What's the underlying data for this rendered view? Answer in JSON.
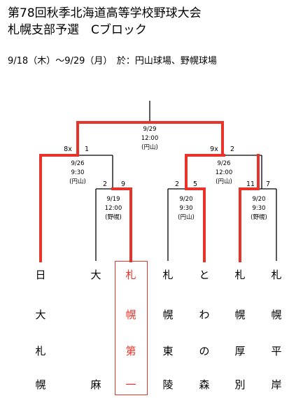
{
  "header": {
    "title_line1": "第78回秋季北海道高等学校野球大会",
    "title_line2": "札幌支部予選　Cブロック",
    "schedule": "9/18（木）～9/29（月）　於：円山球場、野幌球場"
  },
  "colors": {
    "winner": "#e8332a",
    "normal": "#000000"
  },
  "teams": [
    {
      "chars": [
        "日",
        "大",
        "札",
        "幌"
      ],
      "winner": false
    },
    {
      "chars": [
        "大",
        "",
        "",
        "麻"
      ],
      "winner": false
    },
    {
      "chars": [
        "札",
        "幌",
        "第",
        "一"
      ],
      "winner": true
    },
    {
      "chars": [
        "札",
        "幌",
        "東",
        "陵"
      ],
      "winner": false
    },
    {
      "chars": [
        "と",
        "わ",
        "の",
        "森"
      ],
      "winner": false
    },
    {
      "chars": [
        "札",
        "幌",
        "厚",
        "別"
      ],
      "winner": false
    },
    {
      "chars": [
        "札",
        "幌",
        "平",
        "岸"
      ],
      "winner": false
    }
  ],
  "matches": {
    "m1": {
      "date": "9/19",
      "time": "12:00",
      "venue": "(野幌)",
      "score_left": "2",
      "score_right": "9"
    },
    "m2": {
      "date": "9/20",
      "time": "9:30",
      "venue": "(円山)",
      "score_left": "2",
      "score_right": "5"
    },
    "m3": {
      "date": "9/20",
      "time": "9:30",
      "venue": "(野幌)",
      "score_left": "11",
      "score_right": "7"
    },
    "sf1": {
      "date": "9/26",
      "time": "9:30",
      "venue": "(円山)",
      "score_left": "8x",
      "score_right": "1"
    },
    "sf2": {
      "date": "9/26",
      "time": "12:00",
      "venue": "(円山)",
      "score_left": "9x",
      "score_right": "2"
    },
    "final": {
      "date": "9/29",
      "time": "12:00",
      "venue": "(円山)"
    }
  }
}
